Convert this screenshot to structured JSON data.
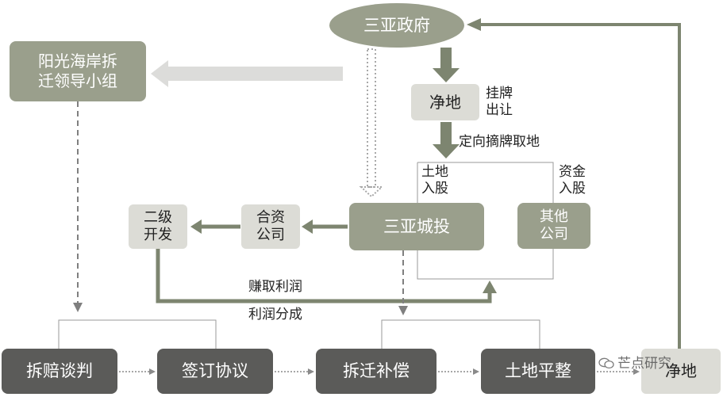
{
  "nodes": {
    "gov": "三亚政府",
    "group_line1": "阳光海岸拆",
    "group_line2": "迁领导小组",
    "jingdi_top": "净地",
    "sanya_ct": "三亚城投",
    "joint_line1": "合资",
    "joint_line2": "公司",
    "secondary_line1": "二级",
    "secondary_line2": "开发",
    "others_line1": "其他",
    "others_line2": "公司",
    "step1": "拆赔谈判",
    "step2": "签订协议",
    "step3": "拆迁补偿",
    "step4": "土地平整",
    "step5": "净地"
  },
  "labels": {
    "listing_line1": "挂牌",
    "listing_line2": "出让",
    "directed": "定向摘牌取地",
    "land_line1": "土地",
    "land_line2": "入股",
    "capital_line1": "资金",
    "capital_line2": "入股",
    "profit_earn": "赚取利润",
    "profit_share": "利润分成"
  },
  "watermark": "芒点研究",
  "colors": {
    "olive": "#9a9f8c",
    "arrow": "#7d8570",
    "light_box": "#dcdcd6",
    "dark_box": "#5b5b59"
  }
}
